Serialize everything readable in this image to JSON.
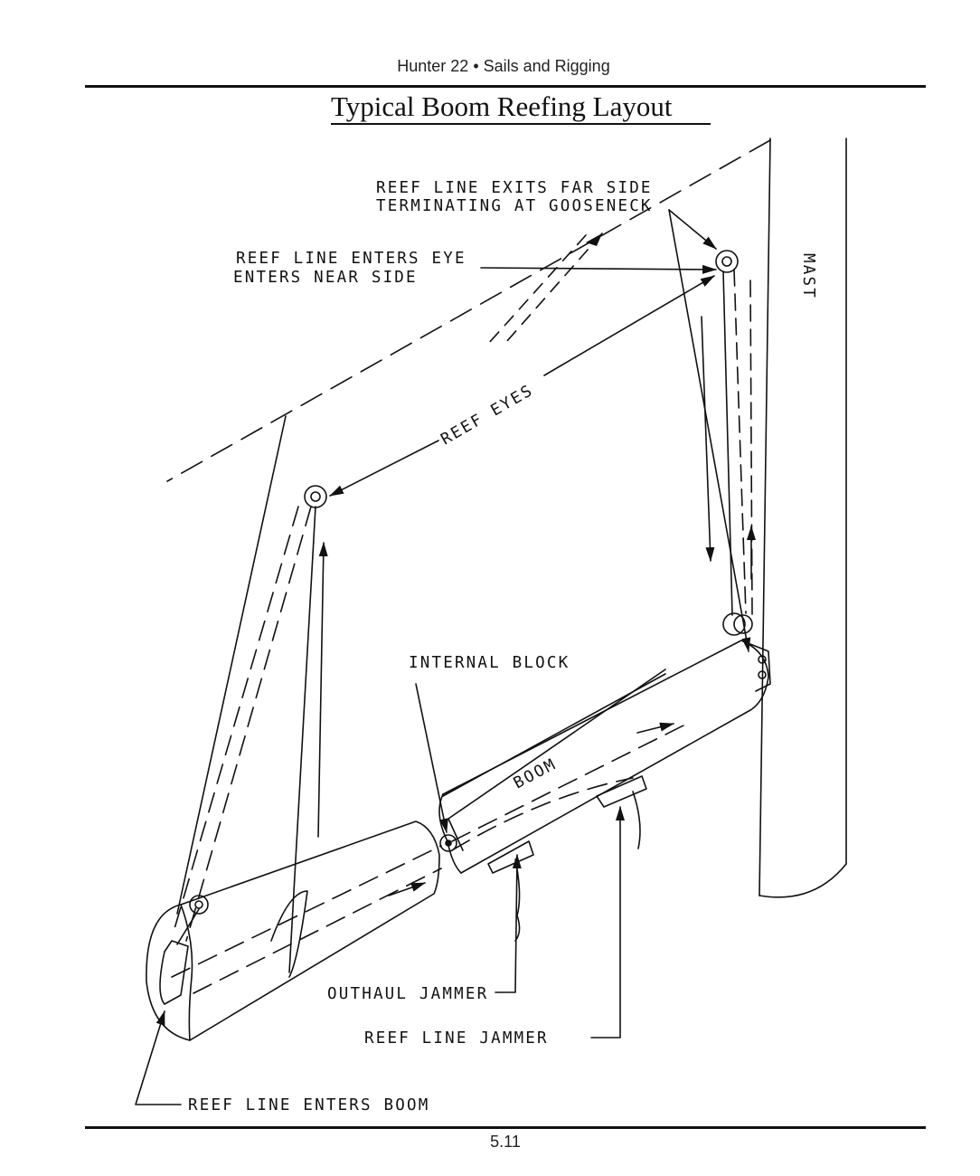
{
  "header": {
    "text": "Hunter 22 • Sails and Rigging"
  },
  "title": "Typical Boom Reefing Layout",
  "labels": {
    "reef_line_exits_1": "REEF LINE EXITS FAR SIDE",
    "reef_line_exits_2": "TERMINATING AT GOOSENECK",
    "reef_line_enters_eye_1": "REEF LINE ENTERS EYE",
    "reef_line_enters_eye_2": "ENTERS NEAR SIDE",
    "mast": "MAST",
    "reef_eyes": "REEF EYES",
    "internal_block": "INTERNAL BLOCK",
    "boom": "BOOM",
    "outhaul_jammer": "OUTHAUL JAMMER",
    "reef_line_jammer": "REEF LINE JAMMER",
    "reef_line_enters_boom": "REEF LINE ENTERS BOOM"
  },
  "footer": {
    "page_number": "5.11"
  }
}
